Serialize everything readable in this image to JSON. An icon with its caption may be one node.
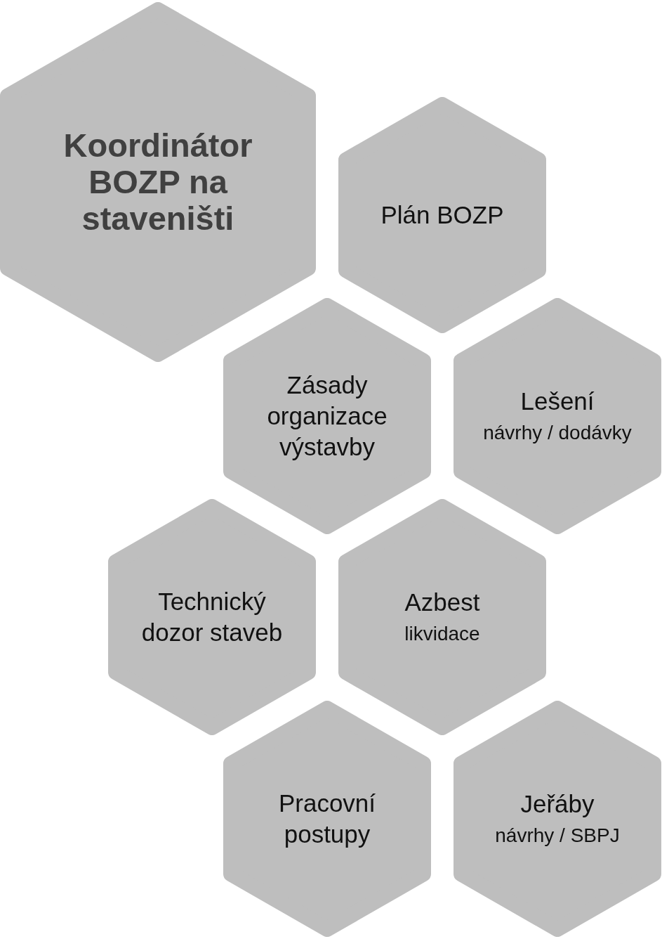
{
  "diagram": {
    "nodes": [
      {
        "text": [
          "Koordinátor BOZP na staveništi"
        ]
      },
      {
        "text": [
          "Plán BOZP"
        ]
      },
      {
        "text": [
          "Zásady organizace výstavby"
        ]
      },
      {
        "text": [
          "Lešení",
          "návrhy / dodávky"
        ]
      },
      {
        "text": [
          "Technický dozor staveb"
        ]
      },
      {
        "text": [
          "Azbest",
          "likvidace"
        ]
      },
      {
        "text": [
          "Pracovní postupy"
        ]
      },
      {
        "text": [
          "Jeřáby",
          "návrhy / SBPJ"
        ]
      }
    ]
  }
}
